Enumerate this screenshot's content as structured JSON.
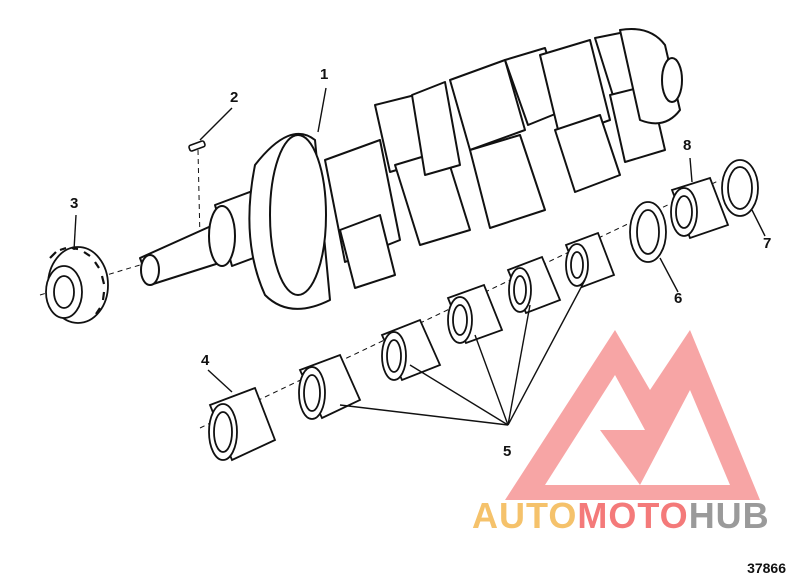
{
  "callouts": [
    {
      "id": "1",
      "label": "1"
    },
    {
      "id": "2",
      "label": "2"
    },
    {
      "id": "3",
      "label": "3"
    },
    {
      "id": "4",
      "label": "4"
    },
    {
      "id": "5",
      "label": "5"
    },
    {
      "id": "6",
      "label": "6"
    },
    {
      "id": "7",
      "label": "7"
    },
    {
      "id": "8",
      "label": "8"
    }
  ],
  "figure_number": "37866",
  "watermark": {
    "part1": "AUTO",
    "part2": "MOTO",
    "part3": "HUB"
  },
  "colors": {
    "line": "#111111",
    "watermark_red": "#f47a7a",
    "watermark_yellow": "#f5c26b",
    "watermark_gray": "#9a9a9a"
  }
}
